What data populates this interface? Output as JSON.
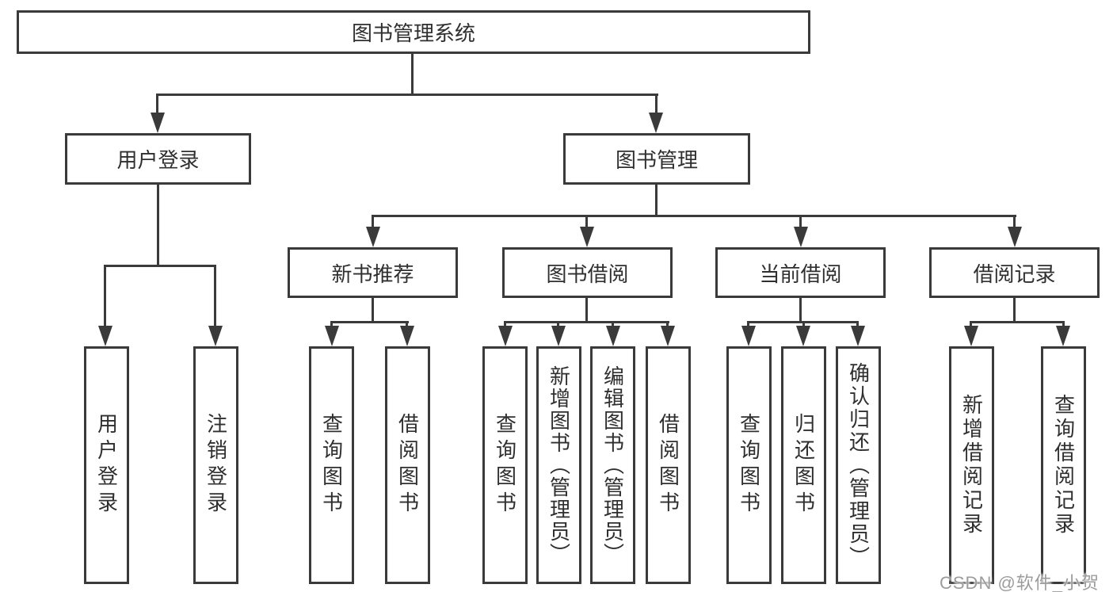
{
  "diagram": {
    "title": "图书管理系统",
    "level2": [
      {
        "label": "用户登录"
      },
      {
        "label": "图书管理"
      }
    ],
    "level3": [
      {
        "label": "新书推荐",
        "parent": "图书管理"
      },
      {
        "label": "图书借阅",
        "parent": "图书管理"
      },
      {
        "label": "当前借阅",
        "parent": "图书管理"
      },
      {
        "label": "借阅记录",
        "parent": "图书管理"
      }
    ],
    "level4": [
      {
        "label": "用户登录",
        "parent": "用户登录"
      },
      {
        "label": "注销登录",
        "parent": "用户登录"
      },
      {
        "label": "查询图书",
        "parent": "新书推荐"
      },
      {
        "label": "借阅图书",
        "parent": "新书推荐"
      },
      {
        "label": "查询图书",
        "parent": "图书借阅"
      },
      {
        "label": "新增图书（管理员）",
        "parent": "图书借阅"
      },
      {
        "label": "编辑图书（管理员）",
        "parent": "图书借阅"
      },
      {
        "label": "借阅图书",
        "parent": "图书借阅"
      },
      {
        "label": "查询图书",
        "parent": "当前借阅"
      },
      {
        "label": "归还图书",
        "parent": "当前借阅"
      },
      {
        "label": "确认归还（管理员）",
        "parent": "当前借阅"
      },
      {
        "label": "新增借阅记录",
        "parent": "借阅记录"
      },
      {
        "label": "查询借阅记录",
        "parent": "借阅记录"
      }
    ]
  },
  "watermark": {
    "text": "CSDN @软件_小贺同学",
    "color": "#9c9c9c"
  },
  "colors": {
    "line": "#3a3a3a",
    "text": "#2f2f2f",
    "background": "#ffffff"
  }
}
